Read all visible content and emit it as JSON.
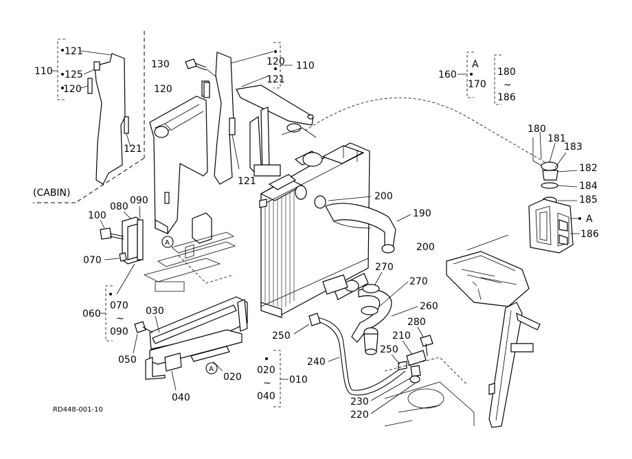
{
  "drawing_code": "RD448-001-10",
  "callouts": {
    "c121a": "121",
    "c125": "125",
    "c120a": "120",
    "c110a": "110",
    "c130": "130",
    "c120b": "120",
    "c121b": "121",
    "c120c": "120",
    "c121c": "121",
    "c110b": "110",
    "c121d": "121",
    "cabin": "(CABIN)",
    "c100": "100",
    "c080": "080",
    "c090a": "090",
    "c070a": "070",
    "c070b": "070",
    "c090b": "090",
    "c060": "060",
    "c030": "030",
    "c050": "050",
    "c020a": "020",
    "c040a": "040",
    "c020b": "020",
    "c040b": "040",
    "c010": "010",
    "c200a": "200",
    "c190": "190",
    "c200b": "200",
    "c270a": "270",
    "c270b": "270",
    "c260": "260",
    "c250a": "250",
    "c240": "240",
    "c280": "280",
    "c210": "210",
    "c250b": "250",
    "c230": "230",
    "c220": "220",
    "c160": "160",
    "c170": "170",
    "c180a": "180",
    "c186a": "186",
    "c180b": "180",
    "c181": "181",
    "c183": "183",
    "c182": "182",
    "c184": "184",
    "c185": "185",
    "c186b": "186",
    "ref_a1": "A",
    "ref_a2": "A",
    "ref_a3": "A",
    "ref_a4": "A",
    "tilde1": "~",
    "tilde2": "~",
    "tilde3": "~"
  }
}
